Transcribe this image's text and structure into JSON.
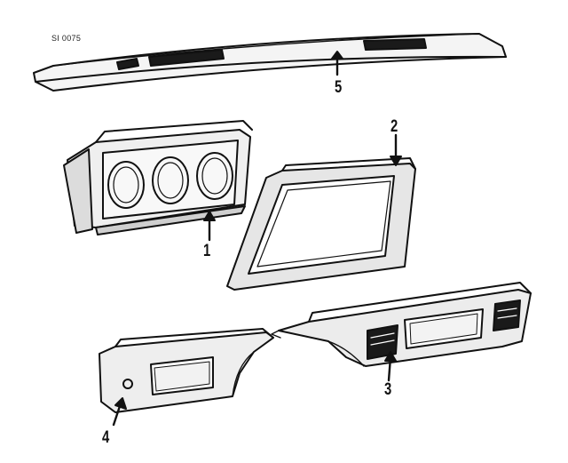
{
  "figure": {
    "reference_code": "SI 0075"
  },
  "callouts": [
    {
      "id": "5",
      "label": "5"
    },
    {
      "id": "2",
      "label": "2"
    },
    {
      "id": "1",
      "label": "1"
    },
    {
      "id": "3",
      "label": "3"
    },
    {
      "id": "4",
      "label": "4"
    }
  ],
  "colors": {
    "line": "#111111",
    "shade": "#d8d8d8",
    "dark": "#1a1a1a"
  }
}
